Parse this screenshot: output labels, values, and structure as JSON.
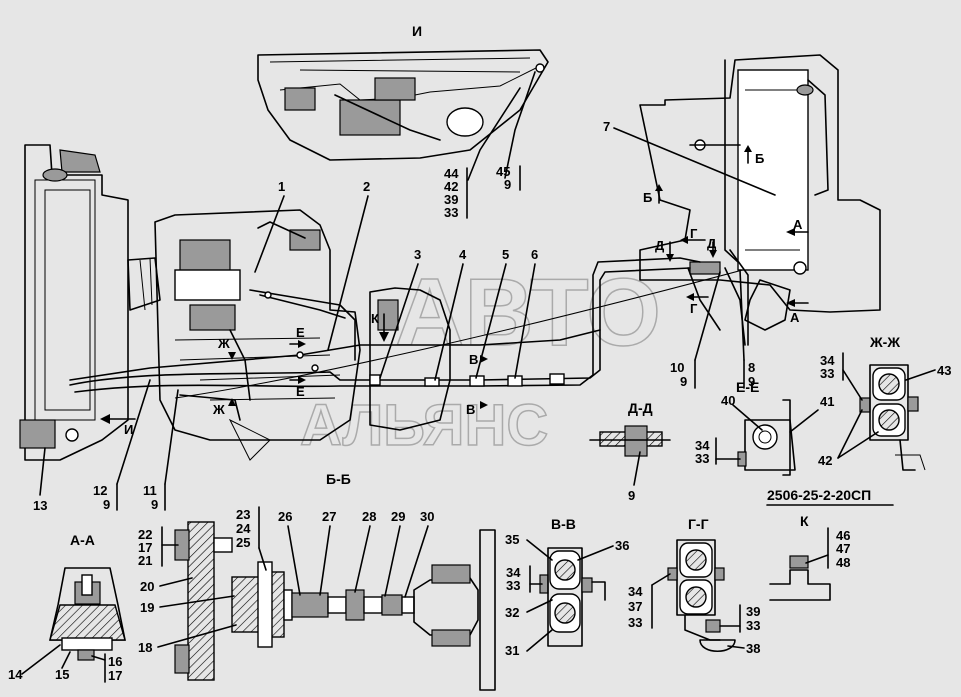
{
  "drawing_code": "2506-25-2-20СП",
  "watermark": {
    "line1": "АВТО",
    "line2": "АЛЬЯНС"
  },
  "sections": {
    "I": "И",
    "BB": "Б-Б",
    "AA": "А-А",
    "VV": "В-В",
    "GG": "Г-Г",
    "K": "К",
    "DD": "Д-Д",
    "EE": "Е-Е",
    "ZhZh": "Ж-Ж"
  },
  "markers": {
    "B": "Б",
    "A": "А",
    "D": "Д",
    "G": "Г",
    "E": "Е",
    "Zh": "Ж",
    "V": "В",
    "K": "К",
    "I": "И"
  },
  "callouts": {
    "n1": "1",
    "n2": "2",
    "n3": "3",
    "n4": "4",
    "n5": "5",
    "n6": "6",
    "n7": "7",
    "n8": "8",
    "n9": "9",
    "n10": "10",
    "n11": "11",
    "n12": "12",
    "n13": "13",
    "n14": "14",
    "n15": "15",
    "n16": "16",
    "n17": "17",
    "n18": "18",
    "n19": "19",
    "n20": "20",
    "n21": "21",
    "n22": "22",
    "n23": "23",
    "n24": "24",
    "n25": "25",
    "n26": "26",
    "n27": "27",
    "n28": "28",
    "n29": "29",
    "n30": "30",
    "n31": "31",
    "n32": "32",
    "n33": "33",
    "n34": "34",
    "n35": "35",
    "n36": "36",
    "n37": "37",
    "n38": "38",
    "n39": "39",
    "n40": "40",
    "n41": "41",
    "n42": "42",
    "n43": "43",
    "n44": "44",
    "n45": "45",
    "n46": "46",
    "n47": "47",
    "n48": "48"
  }
}
